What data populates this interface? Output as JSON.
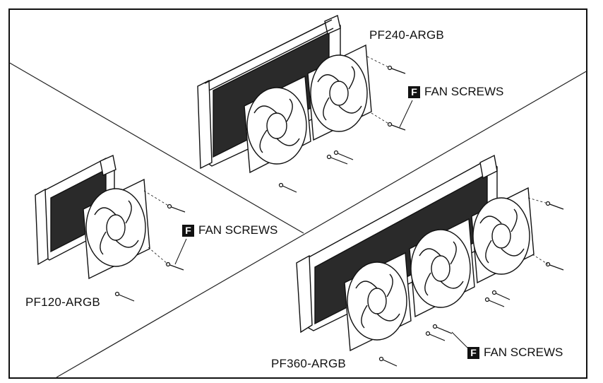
{
  "models": {
    "pf240": {
      "name": "PF240-ARGB",
      "tag_letter": "F",
      "tag_text": "FAN SCREWS"
    },
    "pf120": {
      "name": "PF120-ARGB",
      "tag_letter": "F",
      "tag_text": "FAN SCREWS"
    },
    "pf360": {
      "name": "PF360-ARGB",
      "tag_letter": "F",
      "tag_text": "FAN SCREWS"
    }
  },
  "colors": {
    "line": "#111111",
    "radiator_fin": "#2a2a2a",
    "background": "#ffffff"
  }
}
